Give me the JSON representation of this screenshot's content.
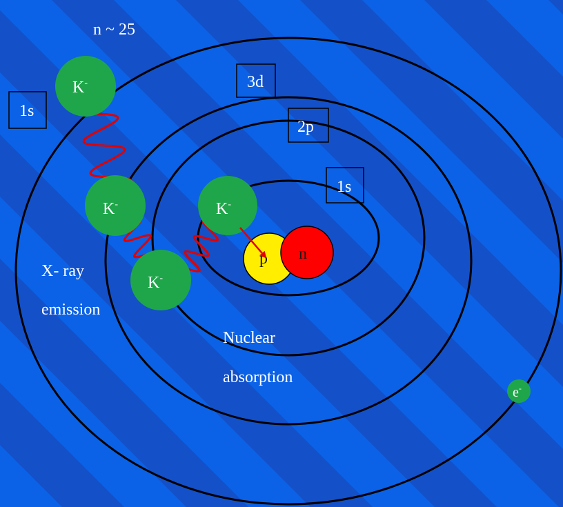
{
  "colors": {
    "background_dark": "#1450c8",
    "background_light": "#0b62e6",
    "orbit": "#000000",
    "kaon": "#1fa64a",
    "proton": "#ffee00",
    "neutron": "#ff0000",
    "photon_wave": "#e00000",
    "text": "#ffffff",
    "particle_text_on_light": "#1a1a1a"
  },
  "labels": {
    "outer_level": "n ~ 25",
    "level_1s_outer": "1s",
    "level_3d": "3d",
    "level_2p": "2p",
    "level_1s_inner": "1s",
    "xray_line1": "X- ray",
    "xray_line2": "emission",
    "nuclear_line1": "Nuclear",
    "nuclear_line2": "absorption"
  },
  "particles": {
    "kaon_symbol": "K",
    "kaon_charge": "-",
    "proton_symbol": "p",
    "neutron_symbol": "n",
    "electron_symbol": "e",
    "electron_charge": "-"
  },
  "icons": {
    "kaon": "green-circle",
    "proton": "yellow-circle",
    "neutron": "red-circle",
    "electron": "small-green-circle",
    "photon": "red-wavy-line",
    "absorption_arrow": "red-arrow"
  }
}
